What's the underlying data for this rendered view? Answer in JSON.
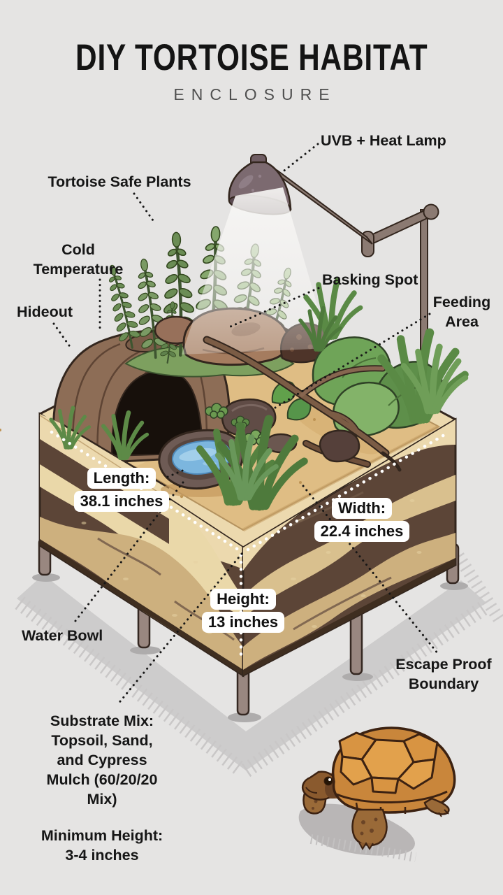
{
  "header": {
    "title": "DIY TORTOISE HABITAT",
    "subtitle": "ENCLOSURE"
  },
  "labels": {
    "uvb_heat_lamp": "UVB + Heat Lamp",
    "tortoise_safe_plants": "Tortoise Safe Plants",
    "cold_temperature": [
      "Cold",
      "Temperature"
    ],
    "hideout": "Hideout",
    "basking_spot": "Basking Spot",
    "feeding_area": [
      "Feeding",
      "Area"
    ],
    "water_bowl": "Water Bowl",
    "escape_proof_boundary": [
      "Escape Proof",
      "Boundary"
    ],
    "substrate_mix": [
      "Substrate Mix:",
      "Topsoil, Sand,",
      "and Cypress",
      "Mulch (60/20/20",
      "Mix)"
    ],
    "minimum_height": [
      "Minimum Height:",
      "3-4 inches"
    ]
  },
  "dimensions": {
    "length": {
      "label": "Length:",
      "value": "38.1 inches"
    },
    "width": {
      "label": "Width:",
      "value": "22.4 inches"
    },
    "height": {
      "label": "Height:",
      "value": "13 inches"
    }
  },
  "illustration_parts": [
    "heat-lamp",
    "light-beam",
    "tortoise-safe-plants",
    "hideout-log",
    "basking-rock",
    "feeding-greens",
    "water-bowl",
    "grass-tufts",
    "driftwood-branch",
    "substrate-layers",
    "enclosure-legs",
    "tortoise"
  ],
  "theme": {
    "background": "#e5e4e3",
    "label_text": "#161616",
    "pill_bg": "#ffffff",
    "subtitle_gray": "#4f4f4f",
    "sand": "#dfbd84",
    "substrate_brown": "#5c4537",
    "substrate_cream": "#ecd9ae",
    "substrate_tan": "#cdb07e",
    "water_blue": "#7cb6de",
    "plant_green": "#6b8d55",
    "wood_brown": "#8d6d56",
    "shell_orange": "#d89442",
    "leader_dots": "#161616",
    "measure_dots": "#ffffff"
  }
}
